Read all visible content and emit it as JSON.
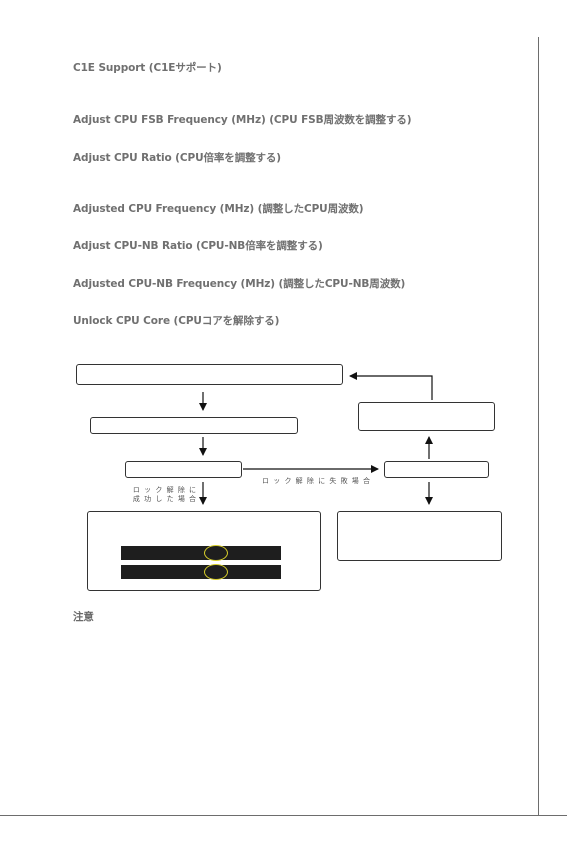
{
  "headings": {
    "c1e": "C1E Support (C1Eサポート)",
    "fsb": "Adjust CPU FSB Frequency (MHz) (CPU FSB周波数を調整する)",
    "ratio": "Adjust CPU Ratio (CPU倍率を調整する)",
    "adjusted_freq": "Adjusted CPU Frequency (MHz) (調整したCPU周波数)",
    "nb_ratio": "Adjust CPU-NB Ratio (CPU-NB倍率を調整する)",
    "nb_freq": "Adjusted CPU-NB Frequency (MHz) (調整したCPU-NB周波数)",
    "unlock": "Unlock CPU Core (CPUコアを解除する)"
  },
  "flowchart": {
    "success_label": "ロ ッ ク 解 除 に\n成 功 し た 場 合",
    "fail_label": "ロ ッ ク 解 除 に 失 敗 場 合"
  },
  "note": {
    "title": "注意"
  },
  "colors": {
    "heading": "#707070",
    "oval": "#d8cf2a",
    "bar": "#1e1e1e"
  }
}
